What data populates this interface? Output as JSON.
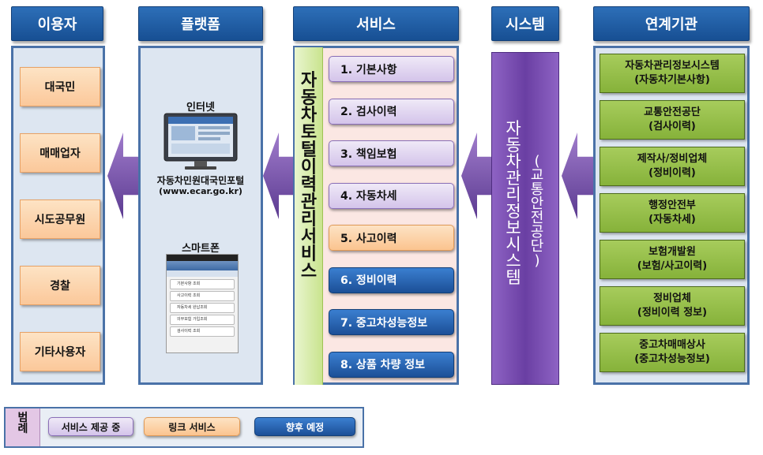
{
  "headers": {
    "users": "이용자",
    "platform": "플랫폼",
    "service": "서비스",
    "system": "시스템",
    "agencies": "연계기관"
  },
  "users": [
    "대국민",
    "매매업자",
    "시도공무원",
    "경찰",
    "기타사용자"
  ],
  "platform": {
    "internet_label": "인터넷",
    "internet_caption": "자동차민원대국민포털",
    "internet_url": "(www.ecar.go.kr)",
    "smartphone_label": "스마트폰",
    "phone_menu": [
      "기본사항 조회",
      "사고이력 조회",
      "자동차세 완납조회",
      "의무보험 가입조회",
      "검사이력 조회"
    ]
  },
  "service_title": "자동차토털이력관리서비스",
  "services": [
    {
      "label": "1. 기본사항",
      "status": "purple"
    },
    {
      "label": "2. 검사이력",
      "status": "purple"
    },
    {
      "label": "3. 책임보험",
      "status": "purple"
    },
    {
      "label": "4. 자동차세",
      "status": "purple"
    },
    {
      "label": "5. 사고이력",
      "status": "orange"
    },
    {
      "label": "6. 정비이력",
      "status": "blue"
    },
    {
      "label": "7. 중고차성능정보",
      "status": "blue"
    },
    {
      "label": "8. 상품 차량 정보",
      "status": "blue"
    }
  ],
  "system_title": "자동차관리정보시스템",
  "system_sub": "(교통안전공단)",
  "agencies": [
    {
      "name": "자동차관리정보시스템",
      "sub": "(자동차기본사항)"
    },
    {
      "name": "교통안전공단",
      "sub": "(검사이력)"
    },
    {
      "name": "제작사/정비업체",
      "sub": "(정비이력)"
    },
    {
      "name": "행정안전부",
      "sub": "(자동차세)"
    },
    {
      "name": "보험개발원",
      "sub": "(보험/사고이력)"
    },
    {
      "name": "정비업체",
      "sub": "(정비이력 정보)"
    },
    {
      "name": "중고차매매상사",
      "sub": "(중고차성능정보)"
    }
  ],
  "legend": {
    "title": "범례",
    "items": [
      {
        "label": "서비스 제공 중",
        "status": "purple"
      },
      {
        "label": "링크 서비스",
        "status": "orange"
      },
      {
        "label": "향후 예정",
        "status": "blue"
      }
    ]
  },
  "colors": {
    "header": "#1f5ba3",
    "purple": "#d4c4ea",
    "orange": "#fbc48f",
    "blue": "#1c4f97",
    "agency": "#95bf47",
    "system": "#7a4fb0"
  }
}
